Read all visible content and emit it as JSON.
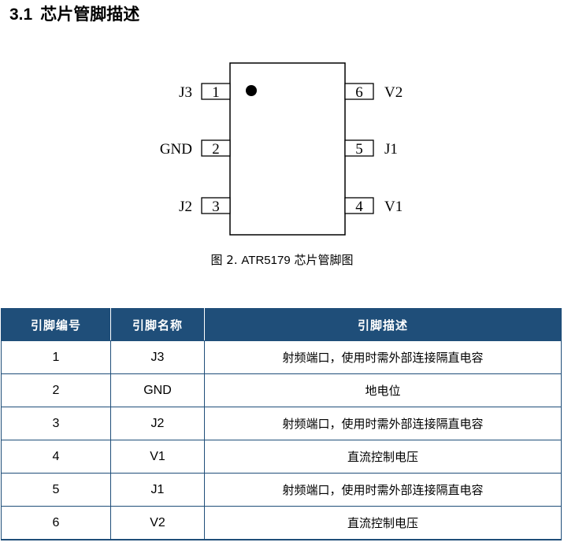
{
  "section": {
    "number": "3.1",
    "title": "芯片管脚描述"
  },
  "diagram": {
    "left_pins": [
      {
        "num": "1",
        "label": "J3"
      },
      {
        "num": "2",
        "label": "GND"
      },
      {
        "num": "3",
        "label": "J2"
      }
    ],
    "right_pins": [
      {
        "num": "6",
        "label": "V2"
      },
      {
        "num": "5",
        "label": "J1"
      },
      {
        "num": "4",
        "label": "V1"
      }
    ]
  },
  "caption": {
    "prefix": "图 2.",
    "model": "ATR5179",
    "suffix": "芯片管脚图"
  },
  "table": {
    "headers": [
      "引脚编号",
      "引脚名称",
      "引脚描述"
    ],
    "rows": [
      [
        "1",
        "J3",
        "射频端口，使用时需外部连接隔直电容"
      ],
      [
        "2",
        "GND",
        "地电位"
      ],
      [
        "3",
        "J2",
        "射频端口，使用时需外部连接隔直电容"
      ],
      [
        "4",
        "V1",
        "直流控制电压"
      ],
      [
        "5",
        "J1",
        "射频端口，使用时需外部连接隔直电容"
      ],
      [
        "6",
        "V2",
        "直流控制电压"
      ]
    ]
  },
  "colors": {
    "header_bg": "#1f4e79",
    "header_text": "#ffffff",
    "border": "#1f4e79"
  }
}
